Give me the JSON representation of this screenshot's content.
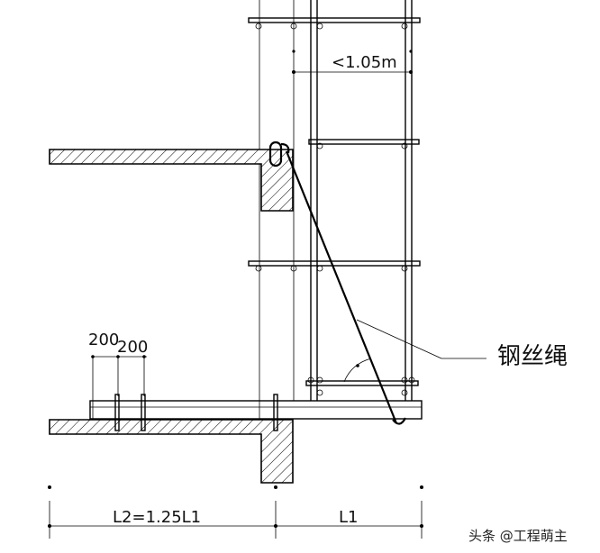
{
  "drawing": {
    "label_wire_rope": "钢丝绳",
    "dim_spacing": "<1.05m",
    "dim_200_left": "200",
    "dim_200_right": "200",
    "dim_L2": "L2=1.25L1",
    "dim_L1": "L1"
  },
  "watermark": {
    "text": "头条 @工程萌主"
  }
}
